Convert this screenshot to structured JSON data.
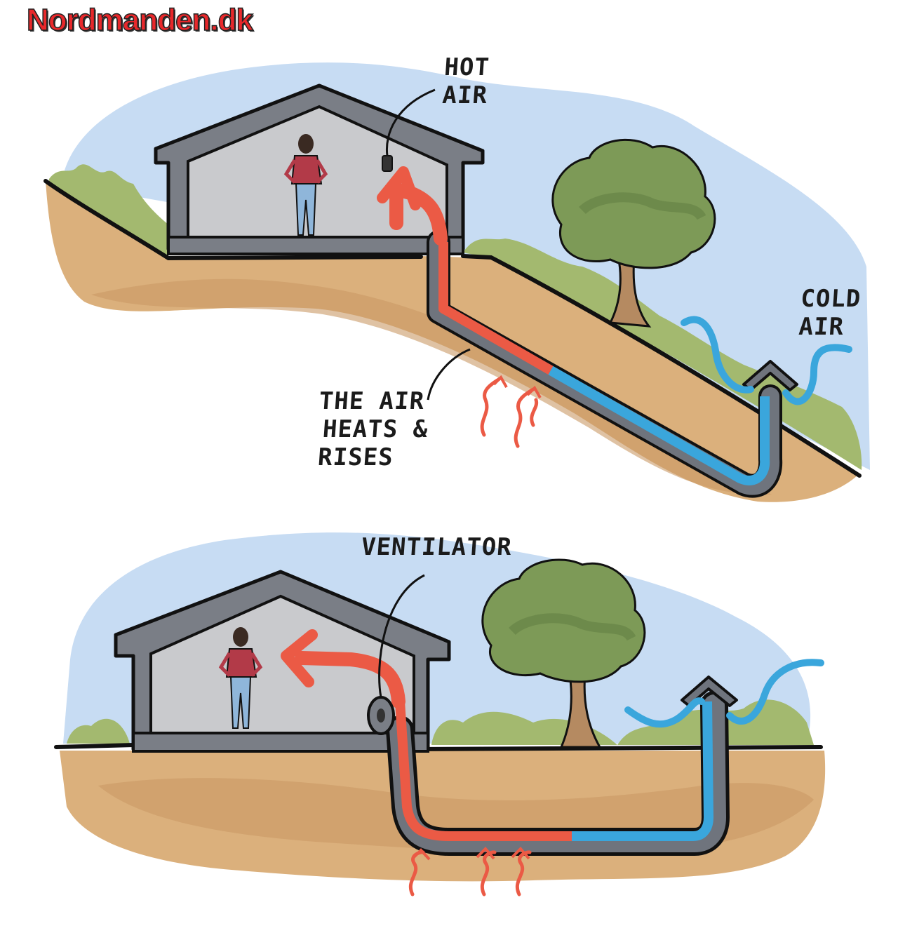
{
  "watermark": "Nordmanden.dk",
  "top_panel": {
    "label_hot_air": [
      "HOT",
      "AIR"
    ],
    "label_cold_air": [
      "COLD",
      "AIR"
    ],
    "label_heats": [
      "THE AIR",
      "HEATS &",
      "RISES"
    ]
  },
  "bottom_panel": {
    "label_ventilator": "VENTILATOR"
  },
  "colors": {
    "sky": "#c7dcf3",
    "soil": "#dbb07c",
    "soil_dark": "#c99a66",
    "grass": "#a3b96f",
    "house": "#7a7e86",
    "house_interior": "#c9cacd",
    "warm_pipe": "#eb5a45",
    "cold_pipe": "#3aa6dc",
    "tree_leaves": "#7d9a57",
    "tree_trunk": "#b58a61",
    "ground_line": "#111111"
  }
}
